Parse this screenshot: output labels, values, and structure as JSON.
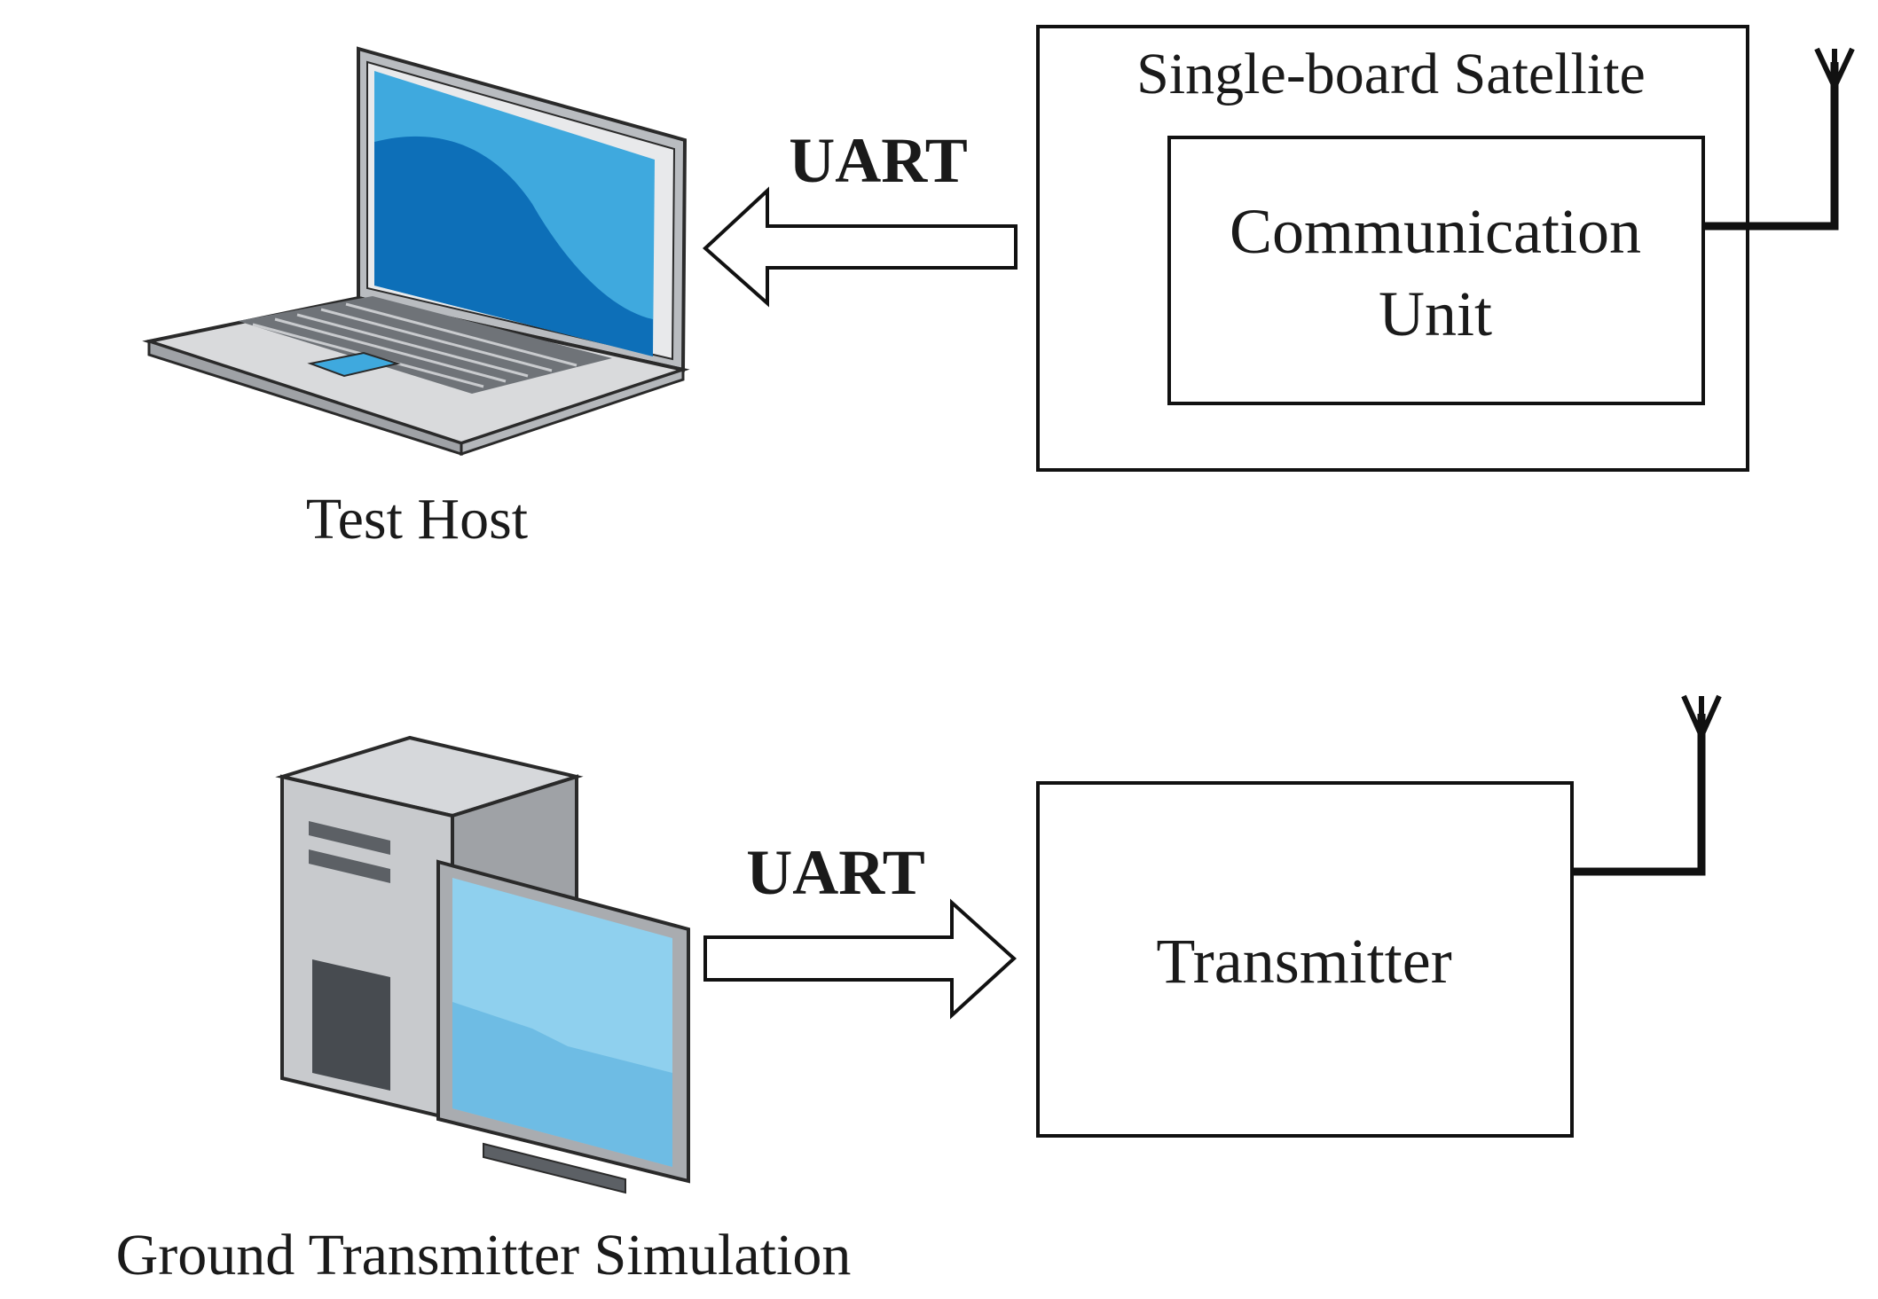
{
  "top": {
    "host_label": "Test Host",
    "link_label": "UART",
    "satellite_label": "Single-board Satellite",
    "comm_unit_line1": "Communication",
    "comm_unit_line2": "Unit"
  },
  "bottom": {
    "host_label": "Ground Transmitter Simulation",
    "link_label": "UART",
    "transmitter_label": "Transmitter"
  },
  "icons": {
    "laptop": "laptop-icon",
    "desktop": "desktop-computer-icon",
    "antenna": "antenna-icon"
  },
  "colors": {
    "screen_light": "#3fa9de",
    "screen_dark": "#0d6fb8",
    "monitor_screen": "#8fd0ee",
    "line": "#111111"
  }
}
